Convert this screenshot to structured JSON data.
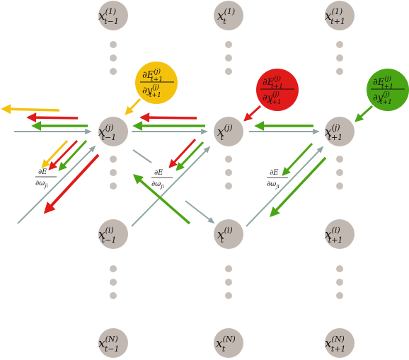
{
  "colors": {
    "node_fill": "#c2b8b2",
    "dot_fill": "#c8c0bb",
    "connection_arrow": "#8fa7a2",
    "yellow": "#f4c20d",
    "red": "#e11a1a",
    "green": "#4aa514"
  },
  "nodes": {
    "x1_tm1": {
      "base": "x",
      "sup": "(1)",
      "sub": "t−1"
    },
    "x1_t": {
      "base": "x",
      "sup": "(1)",
      "sub": "t"
    },
    "x1_tp1": {
      "base": "x",
      "sup": "(1)",
      "sub": "t+1"
    },
    "xj_tm1": {
      "base": "x",
      "sup": "(j)",
      "sub": "t−1"
    },
    "xj_t": {
      "base": "x",
      "sup": "(j)",
      "sub": "t"
    },
    "xj_tp1": {
      "base": "x",
      "sup": "(j)",
      "sub": "t+1"
    },
    "xi_tm1": {
      "base": "x",
      "sup": "(i)",
      "sub": "t−1"
    },
    "xi_t": {
      "base": "x",
      "sup": "(i)",
      "sub": "t"
    },
    "xi_tp1": {
      "base": "x",
      "sup": "(i)",
      "sub": "t+1"
    },
    "xN_tm1": {
      "base": "x",
      "sup": "(N)",
      "sub": "t−1"
    },
    "xN_t": {
      "base": "x",
      "sup": "(N)",
      "sub": "t"
    },
    "xN_tp1": {
      "base": "x",
      "sup": "(N)",
      "sub": "t+1"
    }
  },
  "error_gradients": {
    "yellow": {
      "num": "∂E",
      "num_sup": "(j)",
      "num_sub": "t+1",
      "den": "∂y",
      "den_sup": "(j)",
      "den_sub": "t+1"
    },
    "red": {
      "num": "∂E",
      "num_sup": "(j)",
      "num_sub": "t+1",
      "den": "∂y",
      "den_sup": "(j)",
      "den_sub": "t+1"
    },
    "green": {
      "num": "∂E",
      "num_sup": "(j)",
      "num_sub": "t+1",
      "den": "∂y",
      "den_sup": "(j)",
      "den_sub": "t+1"
    }
  },
  "weight_gradient": {
    "num": "∂E",
    "den": "∂ω",
    "den_sub": "ji"
  }
}
